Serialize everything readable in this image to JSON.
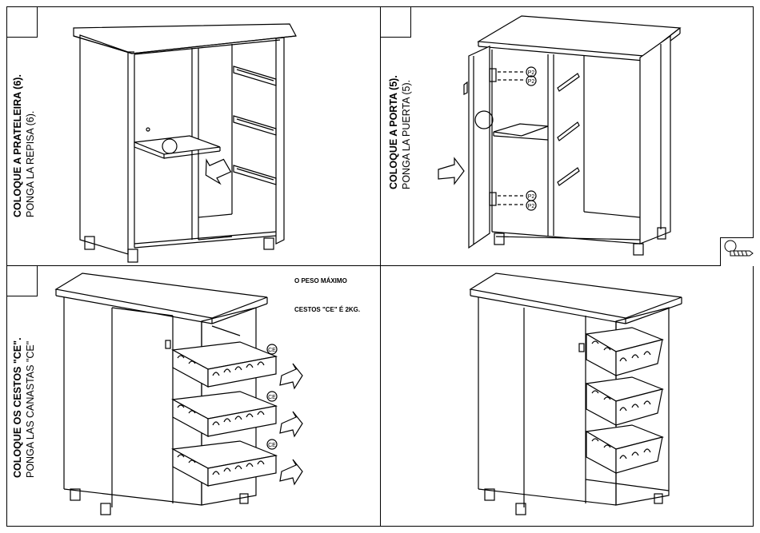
{
  "panels": [
    {
      "bold": "COLOQUE A PRATELEIRA (6).",
      "normal": "PONGA LA REPISA (6)."
    },
    {
      "bold": "COLOQUE A PORTA (5).",
      "normal": "PONGA LA PUERTA (5)."
    },
    {
      "bold": "COLOQUE OS CESTOS \"CE\".",
      "normal": "PONGA LAS CANASTAS \"CE\""
    }
  ],
  "note": {
    "line1": "O PESO MÁXIMO",
    "line2": "CESTOS \"CE\" É 2KG."
  },
  "part_labels": {
    "hinge_part": "P2",
    "basket_part": "CE"
  }
}
